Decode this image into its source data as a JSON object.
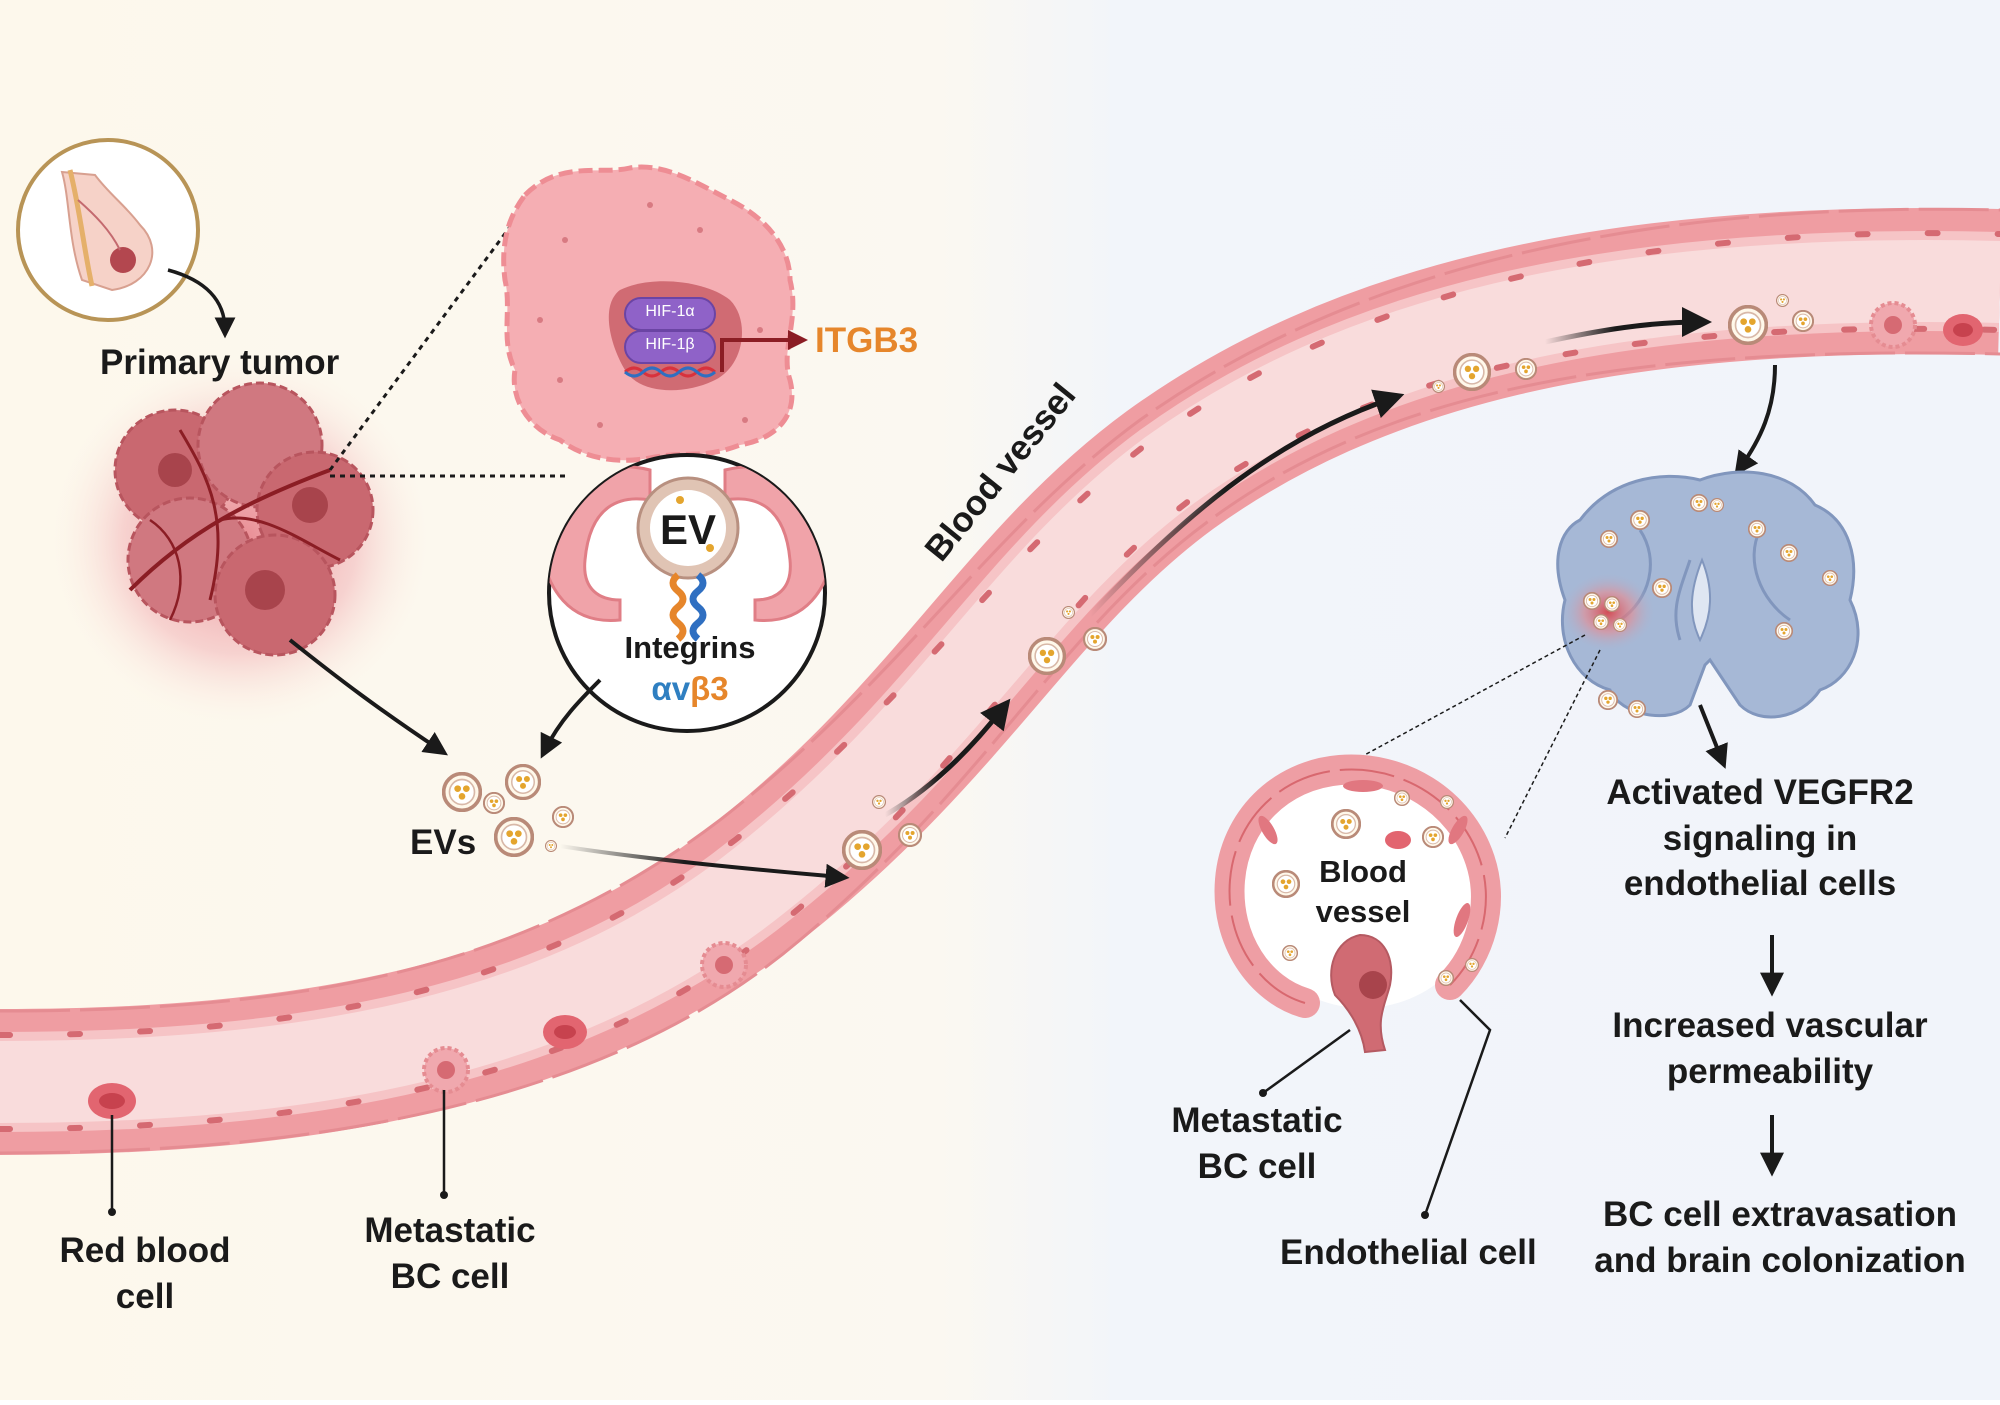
{
  "labels": {
    "primary_tumor": "Primary tumor",
    "hif1a": "HIF-1α",
    "hif1b": "HIF-1β",
    "itgb3": "ITGB3",
    "ev": "EV",
    "integrins": "Integrins",
    "alpha_v": "αv",
    "beta3": "β3",
    "evs": "EVs",
    "blood_vessel_main": "Blood vessel",
    "blood_vessel_inset_line1": "Blood",
    "blood_vessel_inset_line2": "vessel",
    "red_blood_cell_line1": "Red blood",
    "red_blood_cell_line2": "cell",
    "metastatic_bc_left_line1": "Metastatic",
    "metastatic_bc_left_line2": "BC cell",
    "metastatic_bc_right_line1": "Metastatic",
    "metastatic_bc_right_line2": "BC cell",
    "endothelial_cell": "Endothelial cell"
  },
  "pathway_steps": [
    {
      "line1": "Activated VEGFR2",
      "line2": "signaling in",
      "line3": "endothelial cells"
    },
    {
      "line1": "Increased vascular",
      "line2": "permeability"
    },
    {
      "line1": "BC cell extravasation",
      "line2": "and brain colonization"
    }
  ],
  "colors": {
    "left_background": "#fdf8ec",
    "right_background": "#f1f4fa",
    "vessel_wall": "#ef9da2",
    "vessel_lumen": "#f9dcdc",
    "tumor_cell": "#f0a8ae",
    "nucleus": "#c9656d",
    "hif_purple": "#8f62c8",
    "itgb3_orange": "#e6862b",
    "alpha_blue": "#2f7fc1",
    "brain_blue": "#a6b8d6",
    "ev_gold": "#e4a52e",
    "arrow": "#1a1a1a",
    "text": "#1a1a1a"
  }
}
